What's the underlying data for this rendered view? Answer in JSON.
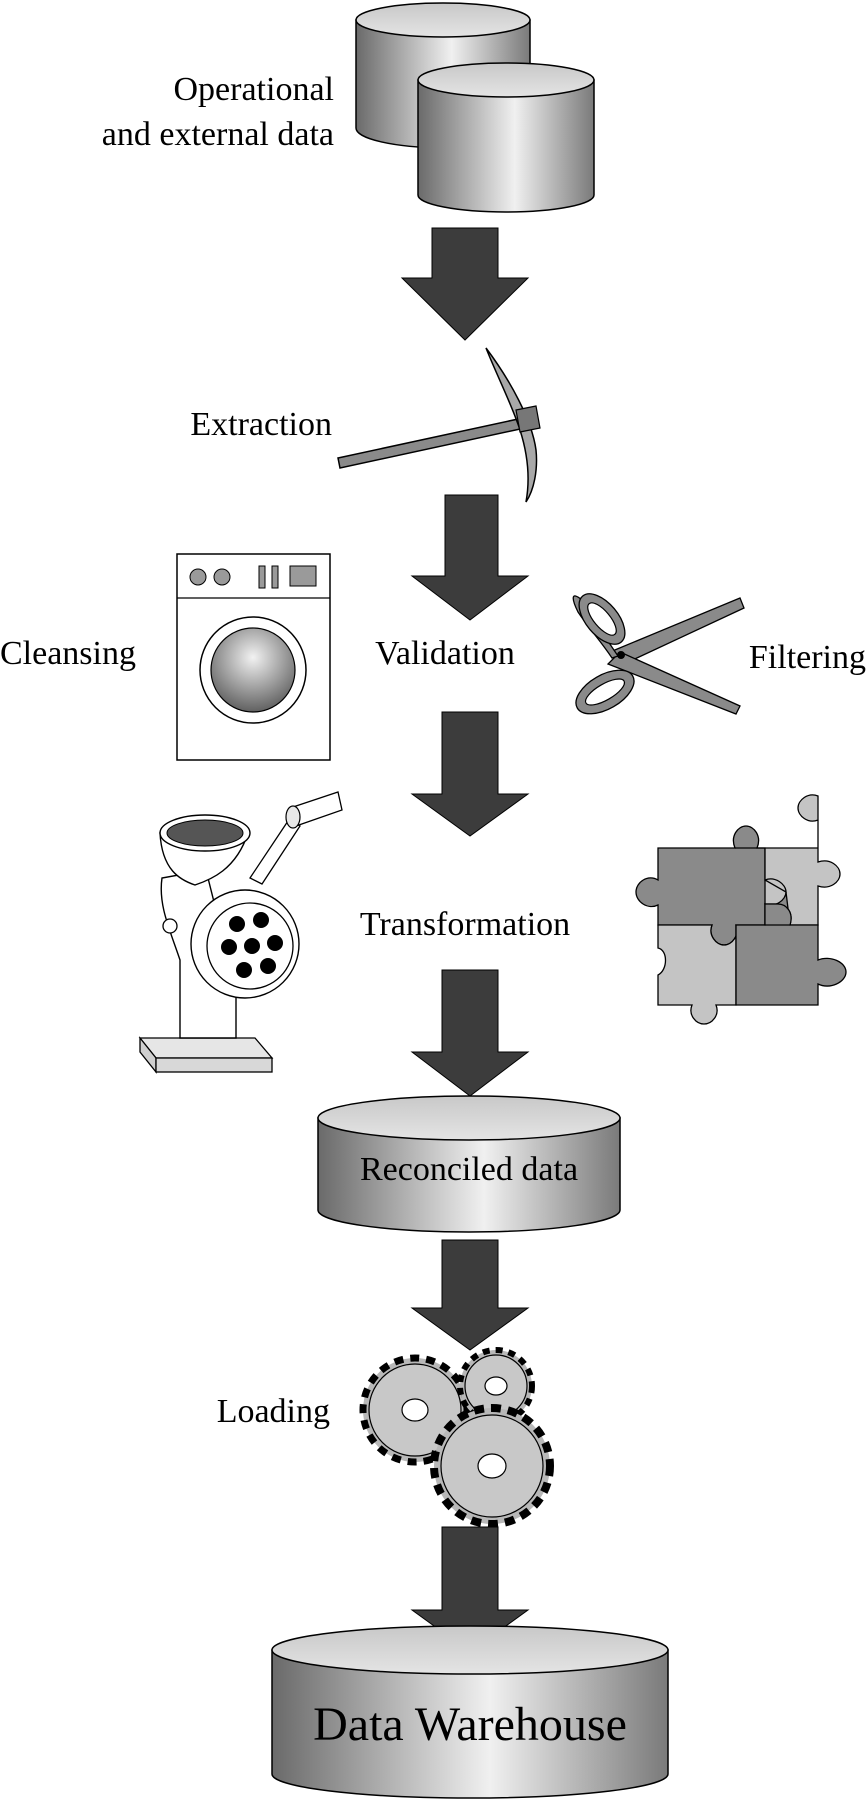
{
  "diagram": {
    "source_label_line1": "Operational",
    "source_label_line2": "and external data",
    "extraction_label": "Extraction",
    "cleansing_label": "Cleansing",
    "validation_label": "Validation",
    "filtering_label": "Filtering",
    "transformation_label": "Transformation",
    "reconciled_label": "Reconciled data",
    "loading_label": "Loading",
    "warehouse_label": "Data Warehouse"
  },
  "colors": {
    "arrow": "#3c3c3c",
    "cylinder_dark": "#6e6e6e",
    "cylinder_light": "#ececec",
    "cylinder_top": "#d6d6d6",
    "outline": "#000000"
  },
  "icons": [
    "database-icon",
    "pickaxe-icon",
    "washing-machine-icon",
    "scissors-icon",
    "meat-grinder-icon",
    "puzzle-icon",
    "gears-icon"
  ]
}
